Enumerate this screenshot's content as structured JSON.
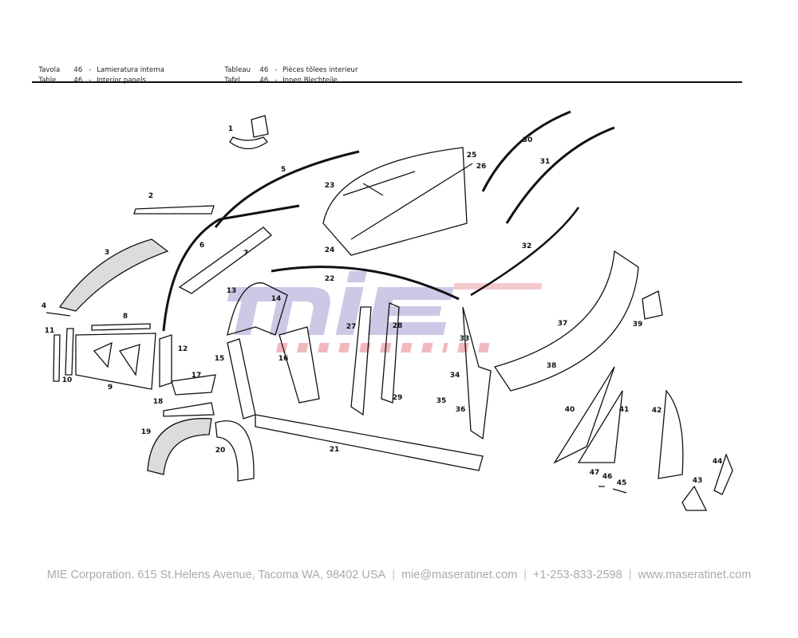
{
  "header": {
    "it": {
      "word": "Tavola",
      "num": "46",
      "dash": "-",
      "title": "Lamieratura interna"
    },
    "en": {
      "word": "Table",
      "num": "46",
      "dash": "-",
      "title": "Interior panels"
    },
    "fr": {
      "word": "Tableau",
      "num": "46",
      "dash": "-",
      "title": "Pièces tôlees interieur"
    },
    "de": {
      "word": "Tafel",
      "num": "46",
      "dash": "-",
      "title": "Innen Blechteile"
    }
  },
  "watermark": {
    "logo": "MIE",
    "sub": "CORPORATION",
    "colors": {
      "logo": "#8f87c8",
      "sub": "#e88a94"
    }
  },
  "parts": [
    "1",
    "2",
    "3",
    "4",
    "5",
    "6",
    "7",
    "8",
    "9",
    "10",
    "11",
    "12",
    "13",
    "14",
    "15",
    "16",
    "17",
    "18",
    "19",
    "20",
    "21",
    "22",
    "23",
    "24",
    "25",
    "26",
    "27",
    "28",
    "29",
    "30",
    "31",
    "32",
    "33",
    "34",
    "35",
    "36",
    "37",
    "38",
    "39",
    "40",
    "41",
    "42",
    "43",
    "44",
    "45",
    "46",
    "47"
  ],
  "footer": {
    "address": "MIE Corporation. 615 St.Helens Avenue, Tacoma WA, 98402 USA",
    "email": "mie@maseratinet.com",
    "phone": "+1-253-833-2598",
    "website": "www.maseratinet.com",
    "separator": "|"
  }
}
